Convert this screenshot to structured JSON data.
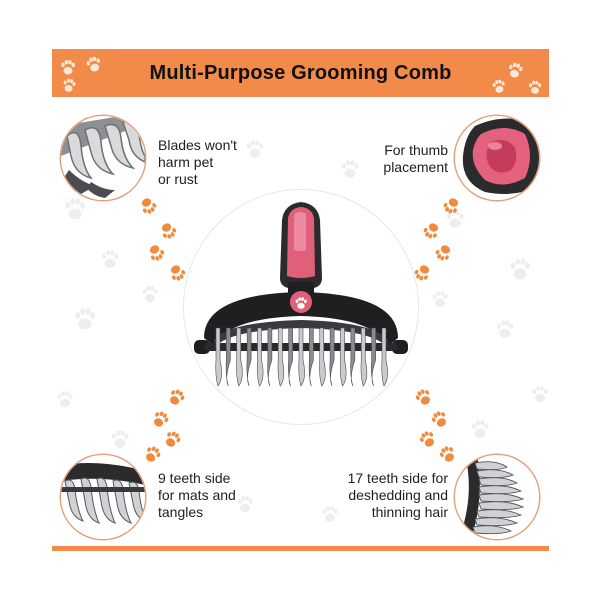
{
  "banner": {
    "title": "Multi-Purpose Grooming Comb"
  },
  "callouts": {
    "top_left": [
      "Blades won't",
      "harm pet",
      "or rust"
    ],
    "top_right": [
      "For thumb",
      "placement"
    ],
    "bottom_left": [
      "9 teeth side",
      "for mats and",
      "tangles"
    ],
    "bottom_right": [
      "17 teeth side for",
      "deshedding and",
      "thinning hair"
    ]
  },
  "colors": {
    "banner": "#f28a4a",
    "paw_orange": "#f08a3c",
    "handle_pink": "#e0607a",
    "comb_black": "#1f1f22",
    "text": "#1e1e1e"
  },
  "icons": [
    "paw-print-icon",
    "blade-closeup-image",
    "thumb-rest-closeup-image",
    "nine-teeth-closeup-image",
    "seventeen-teeth-closeup-image",
    "grooming-comb-image"
  ]
}
